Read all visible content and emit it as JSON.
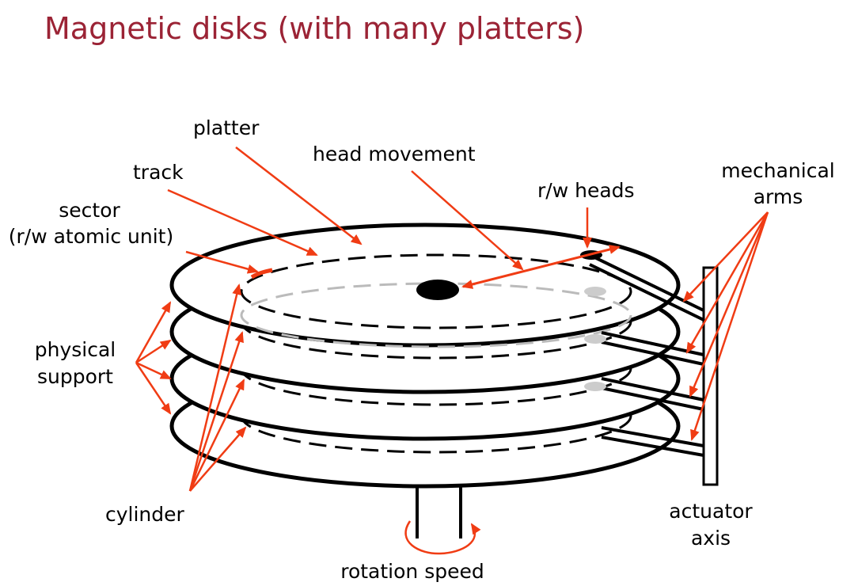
{
  "slide": {
    "title": "Magnetic disks (with many platters)"
  },
  "labels": {
    "platter": "platter",
    "head_movement": "head movement",
    "track": "track",
    "rw_heads": "r/w heads",
    "mechanical_arms_line1": "mechanical",
    "mechanical_arms_line2": "arms",
    "sector_line1": "sector",
    "sector_line2": "(r/w atomic unit)",
    "physical_support_line1": "physical",
    "physical_support_line2": "support",
    "cylinder": "cylinder",
    "actuator_axis_line1": "actuator",
    "actuator_axis_line2": "axis",
    "rotation_speed": "rotation speed"
  },
  "colors": {
    "title": "#9b2335",
    "arrow": "#f03c14",
    "ink": "#000000"
  }
}
